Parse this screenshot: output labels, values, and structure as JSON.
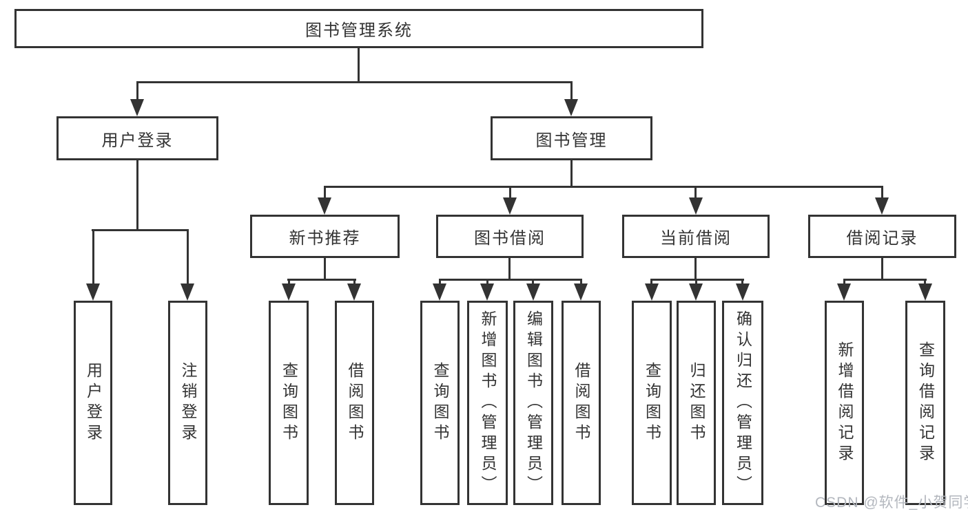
{
  "diagram": {
    "type": "tree",
    "title": "图书管理系统",
    "colors": {
      "line": "#333333",
      "text": "#333333",
      "background": "#ffffff",
      "watermark": "#b3b7be"
    },
    "tree": {
      "label": "图书管理系统",
      "children": [
        {
          "label": "用户登录",
          "children": [
            {
              "label": "用户登录"
            },
            {
              "label": "注销登录"
            }
          ]
        },
        {
          "label": "图书管理",
          "children": [
            {
              "label": "新书推荐",
              "children": [
                {
                  "label": "查询图书"
                },
                {
                  "label": "借阅图书"
                }
              ]
            },
            {
              "label": "图书借阅",
              "children": [
                {
                  "label": "查询图书"
                },
                {
                  "label": "新增图书（管理员）"
                },
                {
                  "label": "编辑图书（管理员）"
                },
                {
                  "label": "借阅图书"
                }
              ]
            },
            {
              "label": "当前借阅",
              "children": [
                {
                  "label": "查询图书"
                },
                {
                  "label": "归还图书"
                },
                {
                  "label": "确认归还（管理员）"
                }
              ]
            },
            {
              "label": "借阅记录",
              "children": [
                {
                  "label": "新增借阅记录"
                },
                {
                  "label": "查询借阅记录"
                }
              ]
            }
          ]
        }
      ]
    }
  },
  "watermark": "CSDN @软件_小贺同学"
}
